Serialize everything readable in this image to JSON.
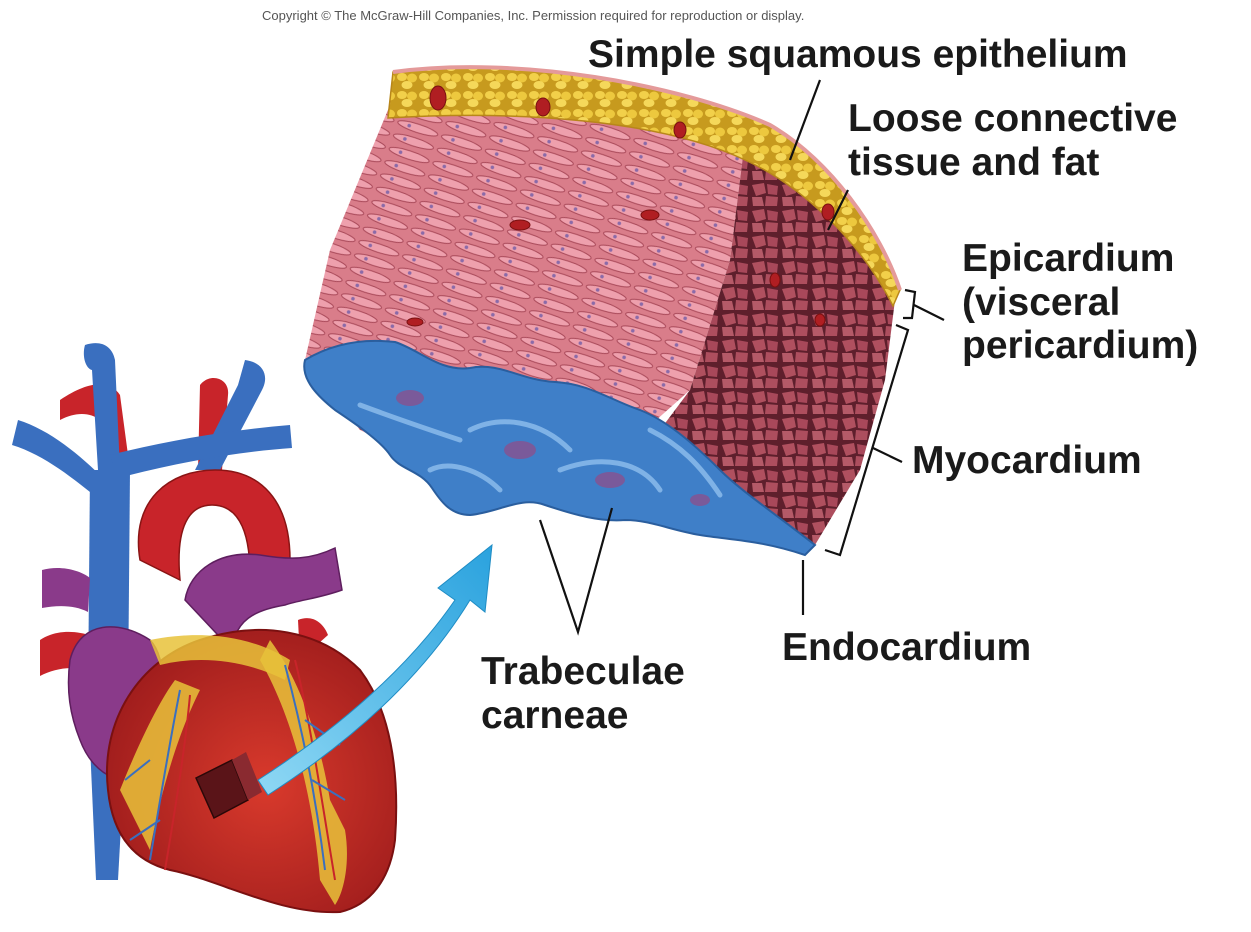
{
  "copyright": "Copyright © The McGraw-Hill Companies, Inc. Permission required for reproduction or display.",
  "labels": {
    "simple_squamous": "Simple squamous epithelium",
    "loose_connective_1": "Loose connective",
    "loose_connective_2": "tissue and fat",
    "epicardium_1": "Epicardium",
    "epicardium_2": "(visceral",
    "epicardium_3": "pericardium)",
    "myocardium": "Myocardium",
    "endocardium": "Endocardium",
    "trabeculae_1": "Trabeculae",
    "trabeculae_2": "carneae"
  },
  "colors": {
    "fat": "#e8c23a",
    "myocardium": "#c96674",
    "myocardium_dark": "#7a2a3a",
    "endocardium": "#3f7fc8",
    "artery": "#c8242a",
    "vein": "#3a6fbf",
    "pulmonary": "#8a3a8a",
    "arrow": "#3fb4e6"
  }
}
